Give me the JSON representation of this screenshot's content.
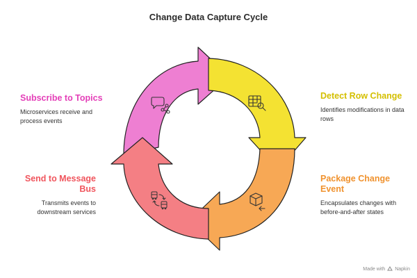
{
  "title": "Change Data Capture Cycle",
  "steps": [
    {
      "heading": "Detect Row Change",
      "description": "Identifies modifications in data rows",
      "color": "#e0c800",
      "icon": "table-search-icon"
    },
    {
      "heading": "Package Change Event",
      "description": "Encapsulates changes with before-and-after states",
      "color": "#f0922e",
      "icon": "package-box-icon"
    },
    {
      "heading": "Send to Message Bus",
      "description": "Transmits events to downstream services",
      "color": "#f0555d",
      "icon": "bus-transfer-icon"
    },
    {
      "heading": "Subscribe to Topics",
      "description": "Microservices receive and process events",
      "color": "#e43fb8",
      "icon": "chat-share-icon"
    }
  ],
  "segment_colors": {
    "yellow": "#f4e232",
    "orange": "#f7a855",
    "red": "#f47f84",
    "pink": "#ee7fd2"
  },
  "credit": {
    "prefix": "Made with",
    "brand": "Napkin"
  }
}
